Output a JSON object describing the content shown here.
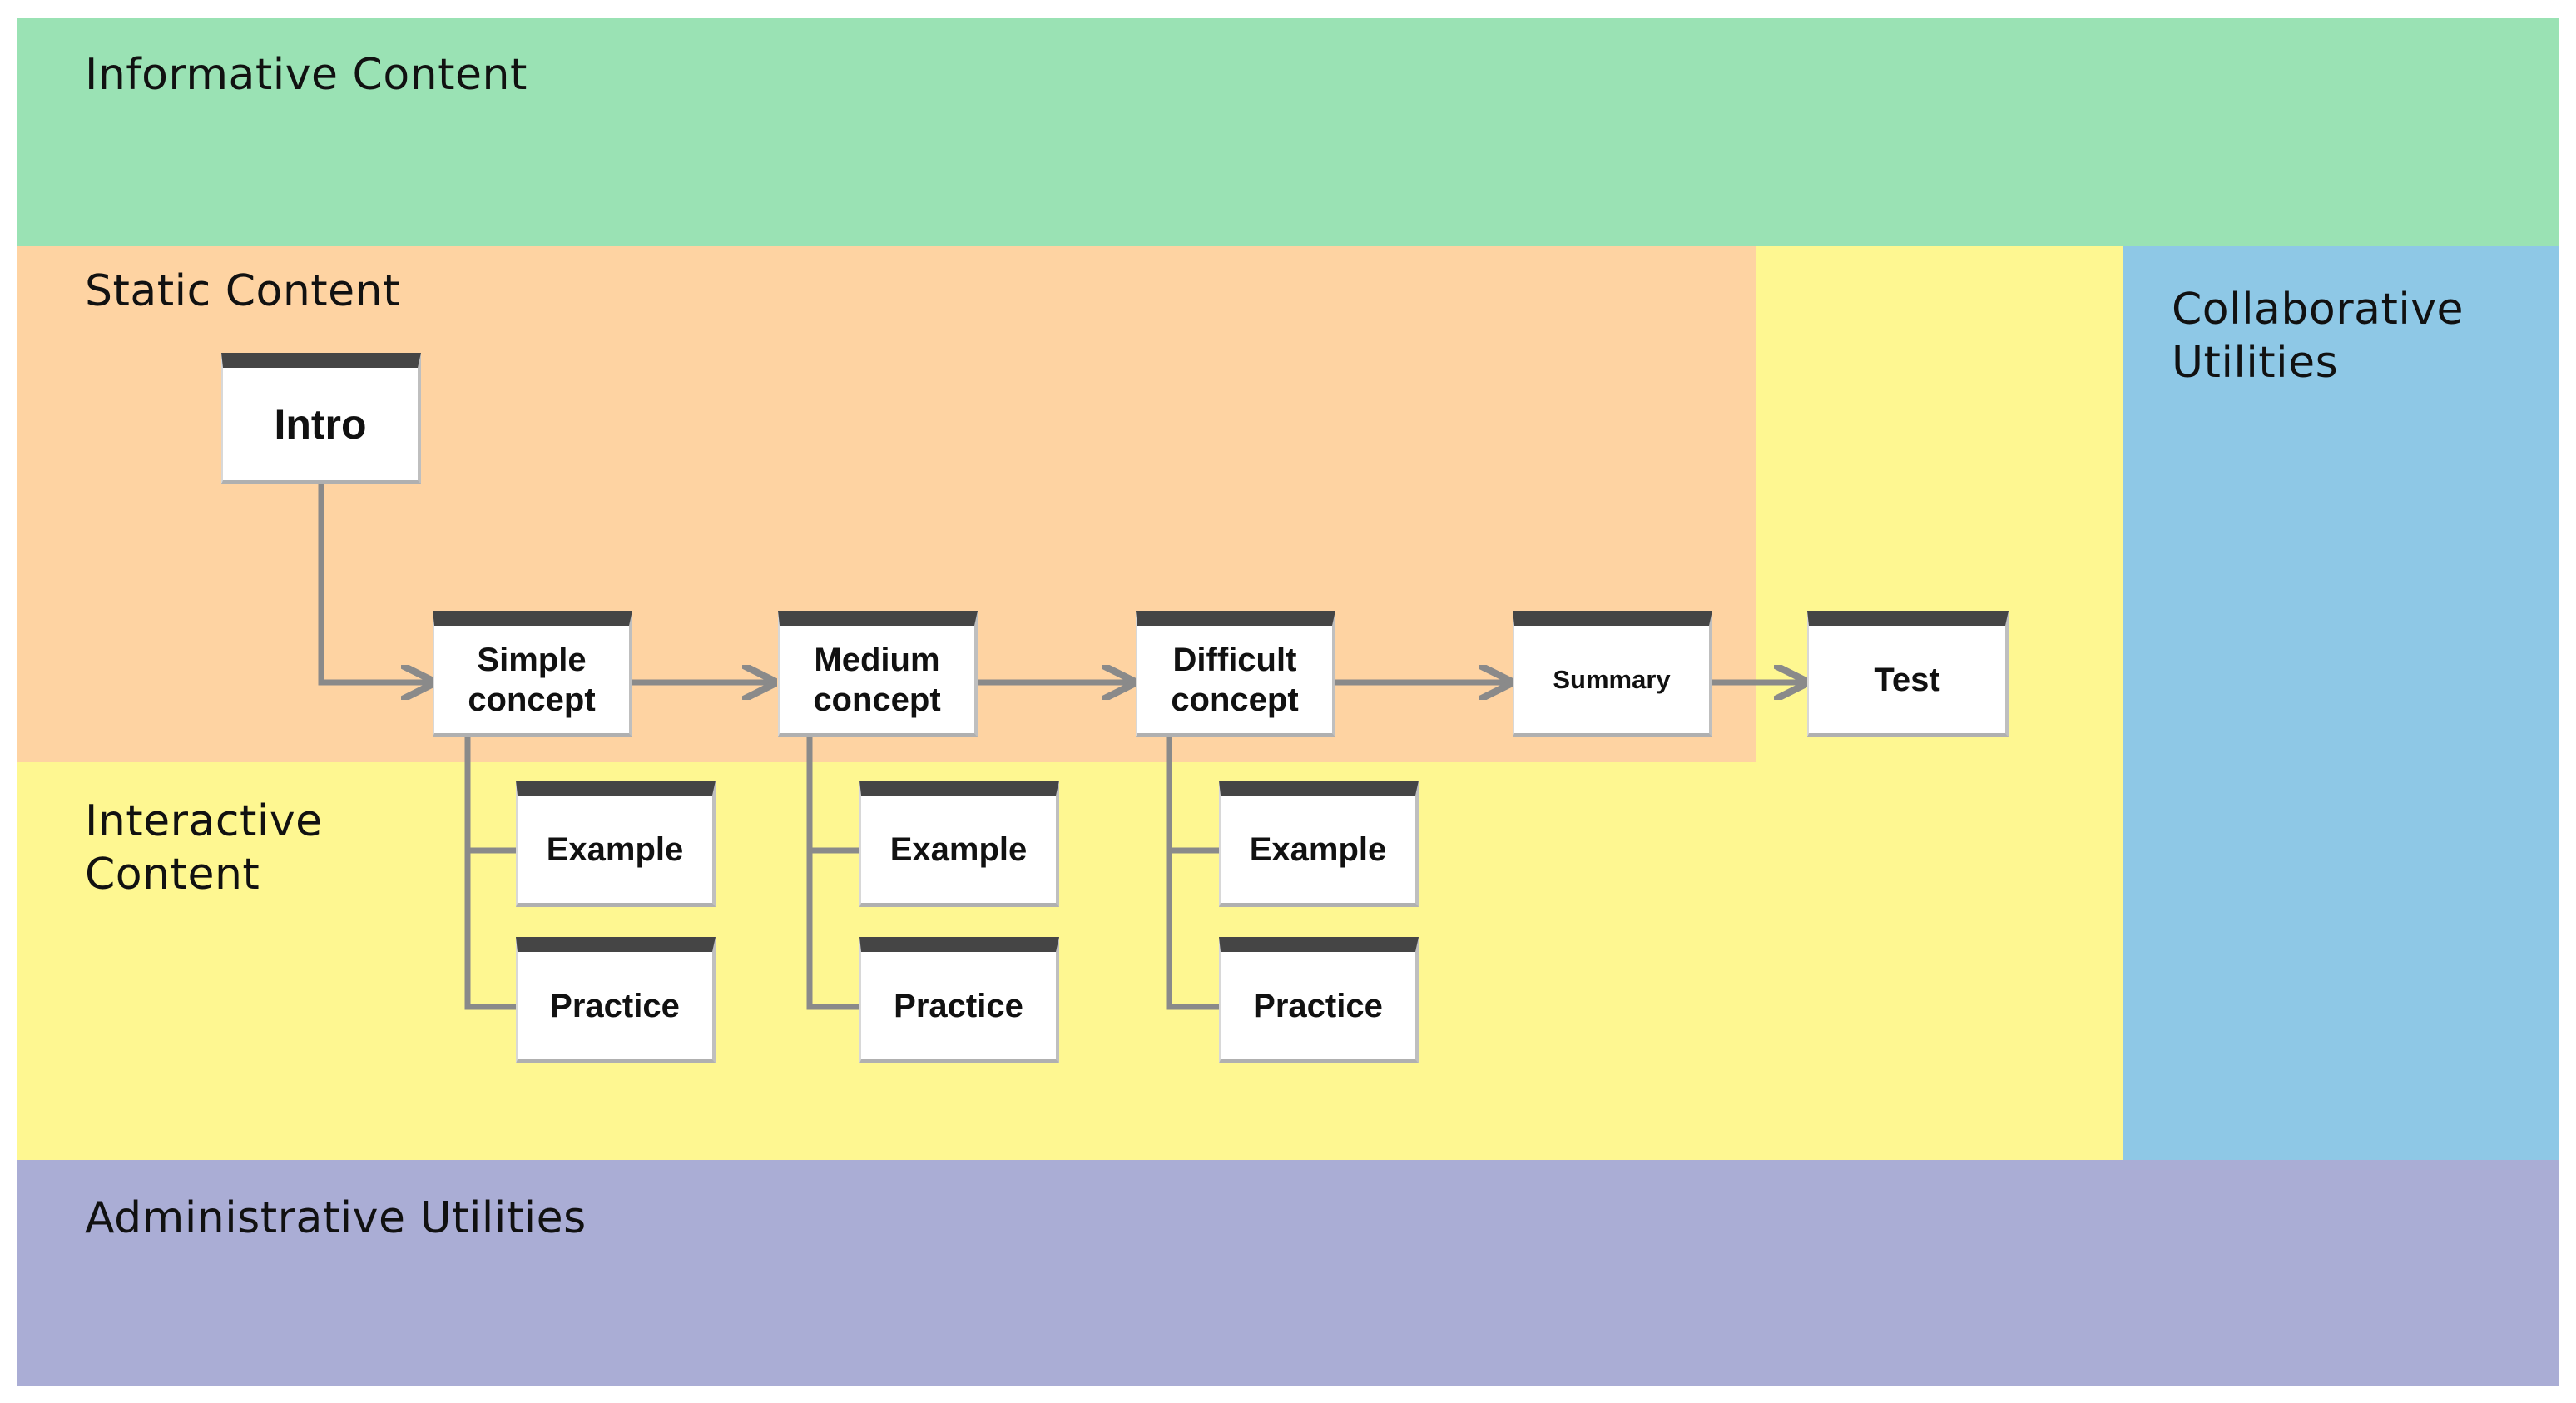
{
  "regions": {
    "informative": {
      "label": "Informative Content",
      "color": "#9ae2b4"
    },
    "static": {
      "label": "Static Content",
      "color": "#fed3a2"
    },
    "interactive": {
      "label": "Interactive\nContent",
      "color": "#fef791"
    },
    "collaborative": {
      "label": "Collaborative\nUtilities",
      "color": "#8ec8e6"
    },
    "administrative": {
      "label": "Administrative Utilities",
      "color": "#aaadd5"
    }
  },
  "nodes": {
    "intro": "Intro",
    "simple_concept": "Simple\nconcept",
    "medium_concept": "Medium\nconcept",
    "difficult_concept": "Difficult\nconcept",
    "summary": "Summary",
    "test": "Test",
    "example": "Example",
    "practice": "Practice"
  },
  "connector_color": "#8a8a8a"
}
